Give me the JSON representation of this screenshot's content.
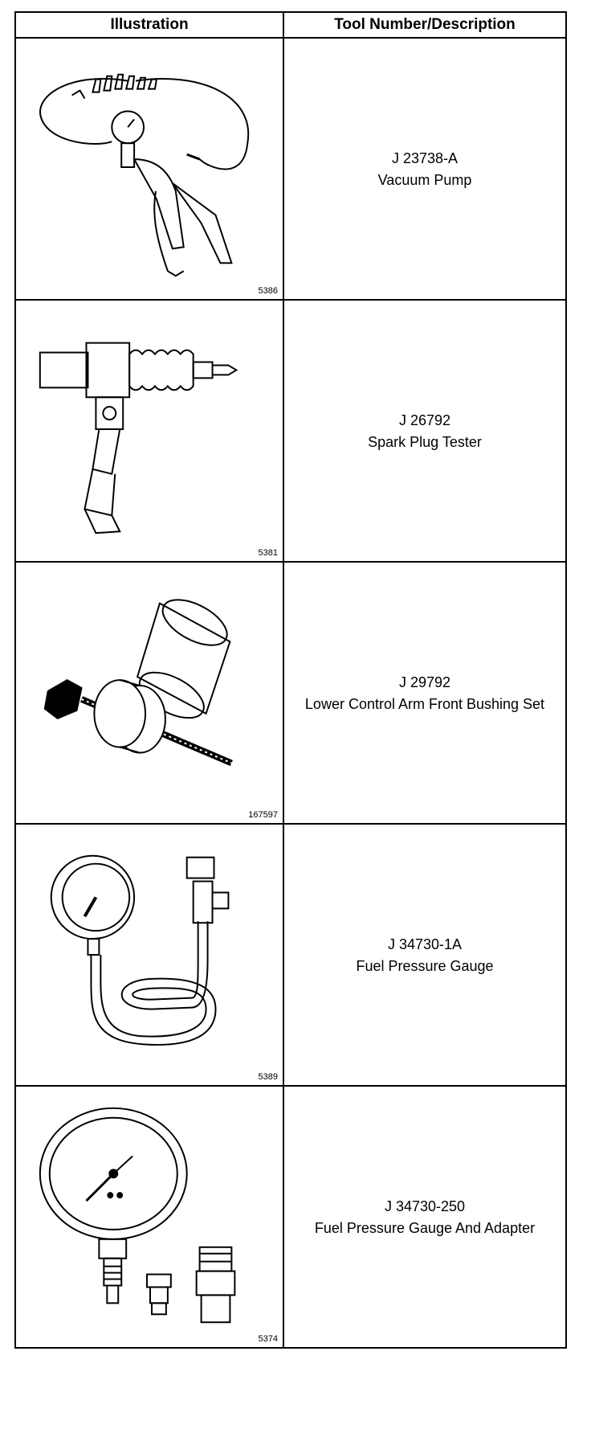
{
  "headers": {
    "illustration": "Illustration",
    "tool": "Tool Number/Description"
  },
  "rows": [
    {
      "figure": "5386",
      "number": "J 23738-A",
      "name": "Vacuum Pump",
      "icon": "vacuum-pump-icon"
    },
    {
      "figure": "5381",
      "number": "J 26792",
      "name": "Spark Plug Tester",
      "icon": "spark-plug-tester-icon"
    },
    {
      "figure": "167597",
      "number": "J 29792",
      "name": "Lower Control Arm Front Bushing Set",
      "icon": "bushing-set-icon"
    },
    {
      "figure": "5389",
      "number": "J 34730-1A",
      "name": "Fuel Pressure Gauge",
      "icon": "fuel-pressure-gauge-icon"
    },
    {
      "figure": "5374",
      "number": "J 34730-250",
      "name": "Fuel Pressure Gauge And Adapter",
      "icon": "gauge-adapter-icon"
    }
  ]
}
